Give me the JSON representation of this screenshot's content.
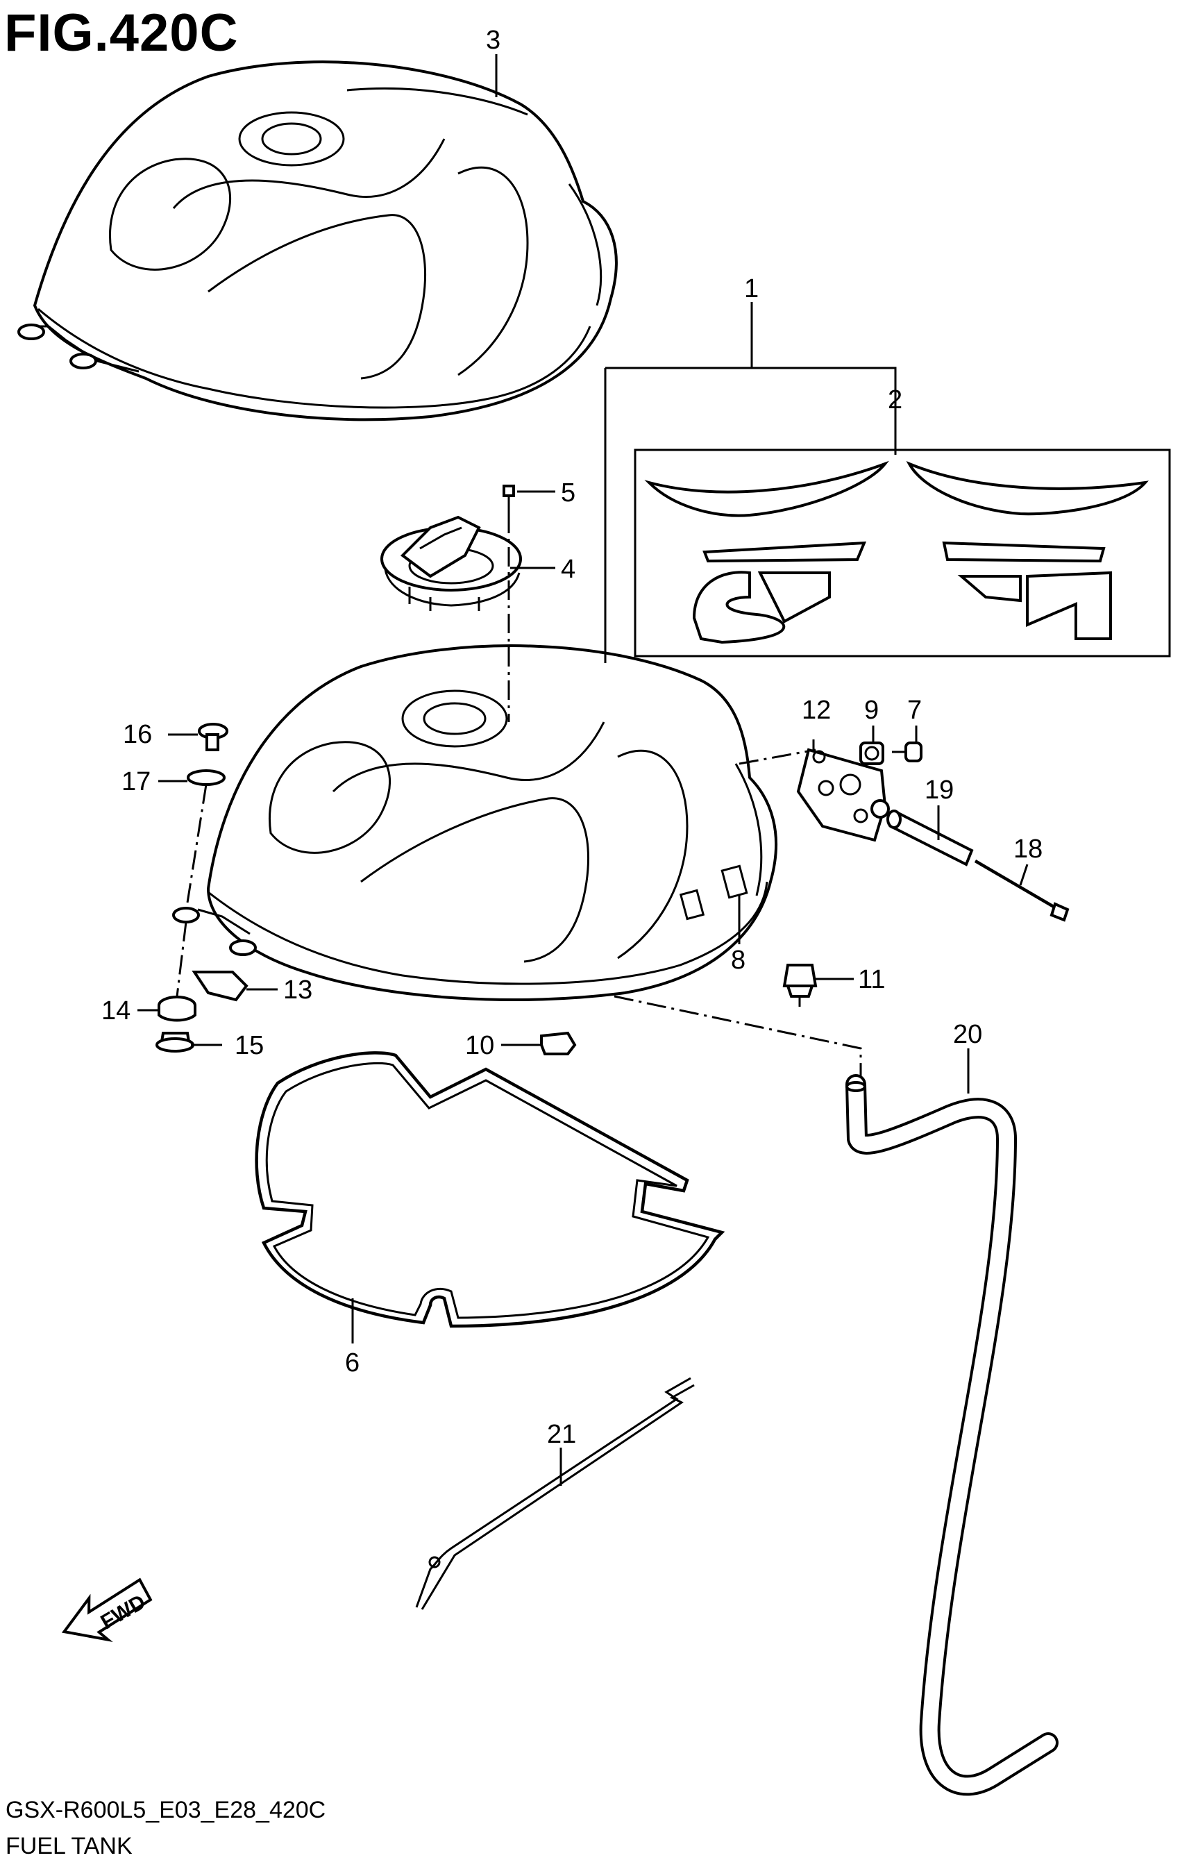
{
  "figure": {
    "title": "FIG.420C",
    "code": "GSX-R600L5_E03_E28_420C",
    "name": "FUEL TANK"
  },
  "fwd_label": "FWD",
  "callouts": [
    "1",
    "2",
    "3",
    "4",
    "5",
    "6",
    "7",
    "8",
    "9",
    "10",
    "11",
    "12",
    "13",
    "14",
    "15",
    "16",
    "17",
    "18",
    "19",
    "20",
    "21"
  ]
}
